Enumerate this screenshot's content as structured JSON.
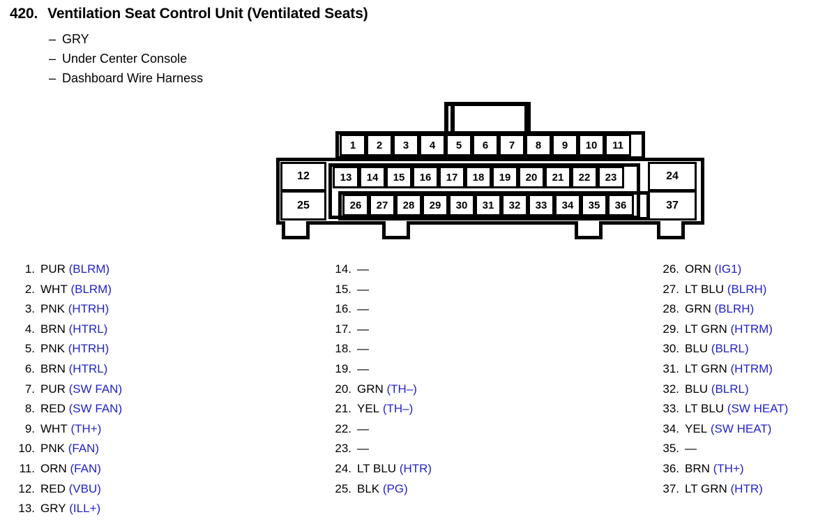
{
  "header": {
    "number": "420.",
    "title": "Ventilation Seat Control Unit (Ventilated Seats)",
    "attributes": [
      "GRY",
      "Under Center Console",
      "Dashboard Wire Harness"
    ],
    "dash": "–"
  },
  "connector": {
    "top_row": [
      "1",
      "2",
      "3",
      "4",
      "5",
      "6",
      "7",
      "8",
      "9",
      "10",
      "11"
    ],
    "left_upper": "12",
    "left_lower": "25",
    "middle_row_upper": [
      "13",
      "14",
      "15",
      "16",
      "17",
      "18",
      "19",
      "20",
      "21",
      "22",
      "23"
    ],
    "middle_row_lower": [
      "26",
      "27",
      "28",
      "29",
      "30",
      "31",
      "32",
      "33",
      "34",
      "35",
      "36"
    ],
    "right_upper": "24",
    "right_lower": "37"
  },
  "colors": {
    "signal": "#2222cc",
    "outline": "#000000",
    "background": "#ffffff"
  },
  "pins": {
    "column1": [
      {
        "num": "1.",
        "wire": "PUR",
        "signal": "(BLRM)"
      },
      {
        "num": "2.",
        "wire": "WHT",
        "signal": "(BLRM)"
      },
      {
        "num": "3.",
        "wire": "PNK",
        "signal": "(HTRH)"
      },
      {
        "num": "4.",
        "wire": "BRN",
        "signal": "(HTRL)"
      },
      {
        "num": "5.",
        "wire": "PNK",
        "signal": "(HTRH)"
      },
      {
        "num": "6.",
        "wire": "BRN",
        "signal": "(HTRL)"
      },
      {
        "num": "7.",
        "wire": "PUR",
        "signal": "(SW FAN)"
      },
      {
        "num": "8.",
        "wire": "RED",
        "signal": "(SW FAN)"
      },
      {
        "num": "9.",
        "wire": "WHT",
        "signal": "(TH+)"
      },
      {
        "num": "10.",
        "wire": "PNK",
        "signal": "(FAN)"
      },
      {
        "num": "11.",
        "wire": "ORN",
        "signal": "(FAN)"
      },
      {
        "num": "12.",
        "wire": "RED",
        "signal": "(VBU)"
      },
      {
        "num": "13.",
        "wire": "GRY",
        "signal": "(ILL+)"
      }
    ],
    "column2": [
      {
        "num": "14.",
        "wire": "—",
        "signal": ""
      },
      {
        "num": "15.",
        "wire": "—",
        "signal": ""
      },
      {
        "num": "16.",
        "wire": "—",
        "signal": ""
      },
      {
        "num": "17.",
        "wire": "—",
        "signal": ""
      },
      {
        "num": "18.",
        "wire": "—",
        "signal": ""
      },
      {
        "num": "19.",
        "wire": "—",
        "signal": ""
      },
      {
        "num": "20.",
        "wire": "GRN",
        "signal": "(TH–)"
      },
      {
        "num": "21.",
        "wire": "YEL",
        "signal": "(TH–)"
      },
      {
        "num": "22.",
        "wire": "—",
        "signal": ""
      },
      {
        "num": "23.",
        "wire": "—",
        "signal": ""
      },
      {
        "num": "24.",
        "wire": "LT BLU",
        "signal": "(HTR)"
      },
      {
        "num": "25.",
        "wire": "BLK",
        "signal": "(PG)"
      }
    ],
    "column3": [
      {
        "num": "26.",
        "wire": "ORN",
        "signal": "(IG1)"
      },
      {
        "num": "27.",
        "wire": "LT BLU",
        "signal": "(BLRH)"
      },
      {
        "num": "28.",
        "wire": "GRN",
        "signal": "(BLRH)"
      },
      {
        "num": "29.",
        "wire": "LT GRN",
        "signal": "(HTRM)"
      },
      {
        "num": "30.",
        "wire": "BLU",
        "signal": "(BLRL)"
      },
      {
        "num": "31.",
        "wire": "LT GRN",
        "signal": "(HTRM)"
      },
      {
        "num": "32.",
        "wire": "BLU",
        "signal": "(BLRL)"
      },
      {
        "num": "33.",
        "wire": "LT BLU",
        "signal": "(SW HEAT)"
      },
      {
        "num": "34.",
        "wire": "YEL",
        "signal": "(SW HEAT)"
      },
      {
        "num": "35.",
        "wire": "—",
        "signal": ""
      },
      {
        "num": "36.",
        "wire": "BRN",
        "signal": "(TH+)"
      },
      {
        "num": "37.",
        "wire": "LT GRN",
        "signal": "(HTR)"
      }
    ]
  }
}
